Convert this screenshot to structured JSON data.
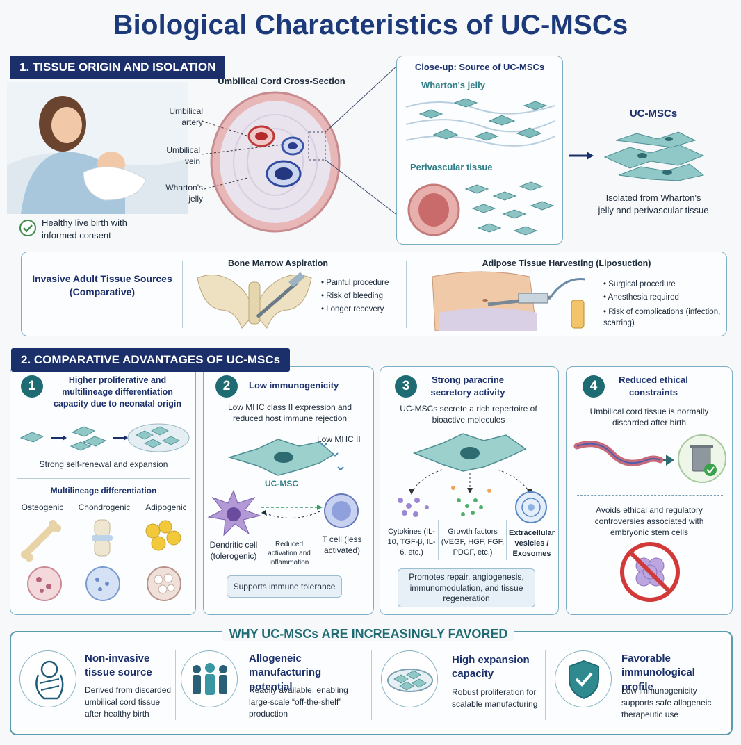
{
  "title": "Biological Characteristics of UC-MSCs",
  "section1": {
    "header": "1. TISSUE ORIGIN AND ISOLATION",
    "birth_caption": "Healthy live birth with informed consent",
    "cord_title": "Umbilical Cord Cross-Section",
    "cord_labels": {
      "artery": "Umbilical artery",
      "vein": "Umbilical vein",
      "jelly": "Wharton's jelly"
    },
    "closeup_title": "Close-up: Source of UC-MSCs",
    "closeup_whartons": "Wharton's jelly",
    "closeup_perivascular": "Perivascular tissue",
    "result_title": "UC-MSCs",
    "result_caption": "Isolated from Wharton's jelly and perivascular tissue",
    "invasive": {
      "label": "Invasive Adult Tissue Sources (Comparative)",
      "bone_marrow": {
        "title": "Bone Marrow Aspiration",
        "bullets": [
          "Painful procedure",
          "Risk of bleeding",
          "Longer recovery"
        ]
      },
      "adipose": {
        "title": "Adipose Tissue Harvesting (Liposuction)",
        "bullets": [
          "Surgical procedure",
          "Anesthesia required",
          "Risk of complications (infection, scarring)"
        ]
      }
    }
  },
  "section2": {
    "header": "2. COMPARATIVE ADVANTAGES OF UC-MSCs",
    "card1": {
      "num": "1",
      "title": "Higher proliferative and multilineage differentiation capacity due to neonatal origin",
      "renewal": "Strong self-renewal and expansion",
      "multi_title": "Multilineage differentiation",
      "lineages": [
        "Osteogenic",
        "Chondrogenic",
        "Adipogenic"
      ]
    },
    "card2": {
      "num": "2",
      "title": "Low immunogenicity",
      "desc": "Low MHC class II expression and reduced host immune rejection",
      "mhc_label": "Low MHC II",
      "cell_label": "UC-MSC",
      "dendritic": "Dendritic cell (tolerogenic)",
      "reduced": "Reduced activation and inflammation",
      "tcell": "T cell (less activated)",
      "box": "Supports immune tolerance"
    },
    "card3": {
      "num": "3",
      "title": "Strong paracrine secretory activity",
      "desc": "UC-MSCs secrete a rich repertoire of bioactive molecules",
      "cytokines": "Cytokines (IL-10, TGF-β, IL-6, etc.)",
      "growth": "Growth factors (VEGF, HGF, FGF, PDGF, etc.)",
      "vesicles": "Extracellular vesicles / Exosomes",
      "box": "Promotes repair, angiogenesis, immunomodulation, and tissue regeneration"
    },
    "card4": {
      "num": "4",
      "title": "Reduced ethical constraints",
      "desc": "Umbilical cord tissue is normally discarded after birth",
      "desc2": "Avoids ethical and regulatory controversies associated with embryonic stem cells"
    }
  },
  "why": {
    "header": "WHY UC-MSCs ARE INCREASINGLY FAVORED",
    "items": [
      {
        "title": "Non-invasive tissue source",
        "desc": "Derived from discarded umbilical cord tissue after healthy birth"
      },
      {
        "title": "Allogeneic manufacturing potential",
        "desc": "Readily available, enabling large-scale “off-the-shelf” production"
      },
      {
        "title": "High expansion capacity",
        "desc": "Robust proliferation for scalable manufacturing"
      },
      {
        "title": "Favorable immunological profile",
        "desc": "Low immunogenicity supports safe allogeneic therapeutic use"
      }
    ]
  },
  "colors": {
    "navy": "#1b2f6b",
    "teal": "#1f6b74",
    "border": "#7aaec4"
  }
}
